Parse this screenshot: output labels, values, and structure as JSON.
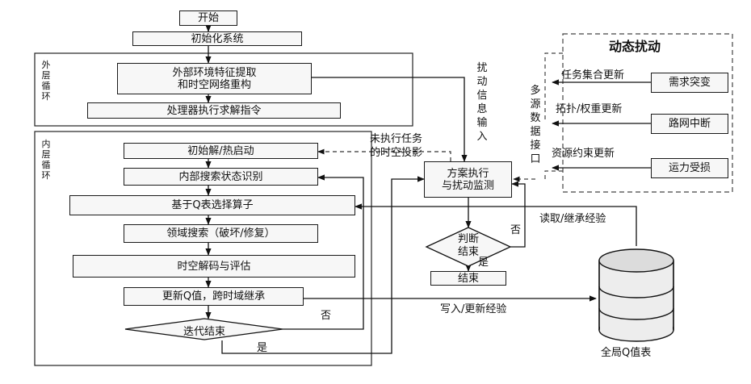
{
  "flow": {
    "start": "开始",
    "init_system": "初始化系统",
    "feature_extract_line1": "外部环境特征提取",
    "feature_extract_line2": "和时空网络重构",
    "processor_exec": "处理器执行求解指令",
    "init_solution": "初始解/热启动",
    "state_identify": "内部搜索状态识别",
    "select_operator": "基于Q表选择算子",
    "neighborhood_search": "领域搜索（破坏/修复）",
    "decode_eval": "时空解码与评估",
    "update_q": "更新Q值，跨时域继承",
    "iter_end": "迭代结束",
    "plan_exec_line1": "方案执行",
    "plan_exec_line2": "与扰动监测",
    "judge_line1": "判断",
    "judge_line2": "结束",
    "end": "结束"
  },
  "regions": {
    "outer_loop": "外层循环",
    "inner_loop": "内层循环"
  },
  "labels": {
    "yes_inner": "是",
    "no_inner": "否",
    "yes_judge": "是",
    "no_judge": "否",
    "unexecuted_line1": "未执行任务",
    "unexecuted_line2": "的时空投影",
    "disturb_input": "扰动信息输入",
    "multi_source_interface": "多源数据接口",
    "read_inherit": "读取/继承经验",
    "write_update": "写入/更新经验"
  },
  "dynamic": {
    "title": "动态扰动",
    "rows": [
      {
        "update": "任务集合更新",
        "event": "需求突变"
      },
      {
        "update": "拓扑/权重更新",
        "event": "路网中断"
      },
      {
        "update": "资源约束更新",
        "event": "运力受损"
      }
    ]
  },
  "database": {
    "label": "全局Q值表"
  }
}
